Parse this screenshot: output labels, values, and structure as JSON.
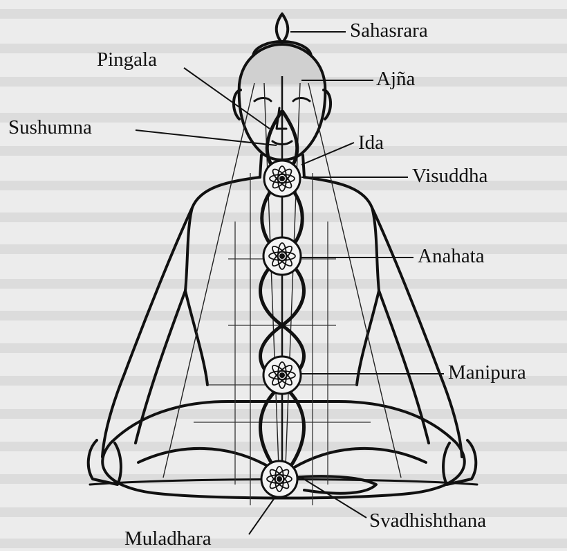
{
  "diagram": {
    "labels": {
      "sahasrara": "Sahasrara",
      "pingala": "Pingala",
      "ajna": "Ajña",
      "sushumna": "Sushumna",
      "ida": "Ida",
      "visuddha": "Visuddha",
      "anahata": "Anahata",
      "manipura": "Manipura",
      "svadhishthana": "Svadhishthana",
      "muladhara": "Muladhara"
    },
    "colors": {
      "paper": "#ececec",
      "ink": "#111111",
      "faded_text": "#c9c9c9"
    }
  }
}
